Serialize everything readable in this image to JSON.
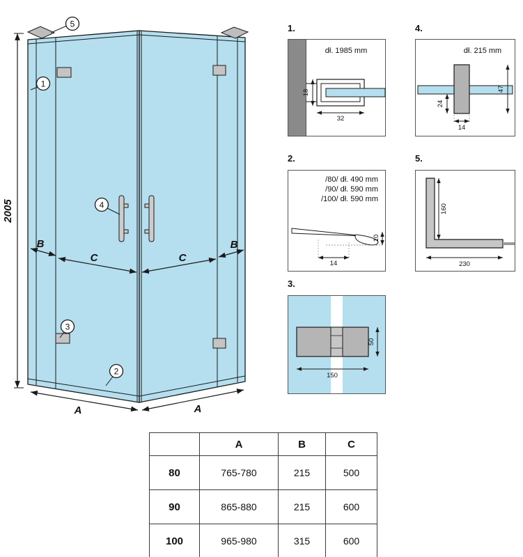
{
  "main": {
    "height_label": "2005",
    "dims": {
      "a_left": "A",
      "a_right": "A",
      "b_left": "B",
      "b_right": "B",
      "c_left": "C",
      "c_right": "C"
    },
    "callouts": {
      "c1": "1",
      "c2": "2",
      "c3": "3",
      "c4": "4",
      "c5": "5"
    }
  },
  "details": {
    "d1": {
      "label": "1.",
      "length": "dł. 1985 mm",
      "dim_height": "18",
      "dim_width": "32"
    },
    "d2": {
      "label": "2.",
      "lines": [
        "/80/ dł. 490 mm",
        "/90/ dł. 590 mm",
        "/100/ dł. 590 mm"
      ],
      "dim_width": "14",
      "dim_height": "10"
    },
    "d3": {
      "label": "3.",
      "dim_width": "150",
      "dim_height": "50"
    },
    "d4": {
      "label": "4.",
      "length": "dł. 215 mm",
      "dim_offset": "24",
      "dim_height": "47",
      "dim_width": "14"
    },
    "d5": {
      "label": "5.",
      "dim_height": "160",
      "dim_width": "230"
    }
  },
  "table": {
    "headers": [
      "A",
      "B",
      "C"
    ],
    "rows": [
      {
        "size": "80",
        "a": "765-780",
        "b": "215",
        "c": "500"
      },
      {
        "size": "90",
        "a": "865-880",
        "b": "215",
        "c": "600"
      },
      {
        "size": "100",
        "a": "965-980",
        "b": "315",
        "c": "600"
      }
    ]
  },
  "colors": {
    "glass": "#b5dfee",
    "wall": "#8a8a8a",
    "metal": "#c2c2c2",
    "outline": "#1a1a1a"
  }
}
